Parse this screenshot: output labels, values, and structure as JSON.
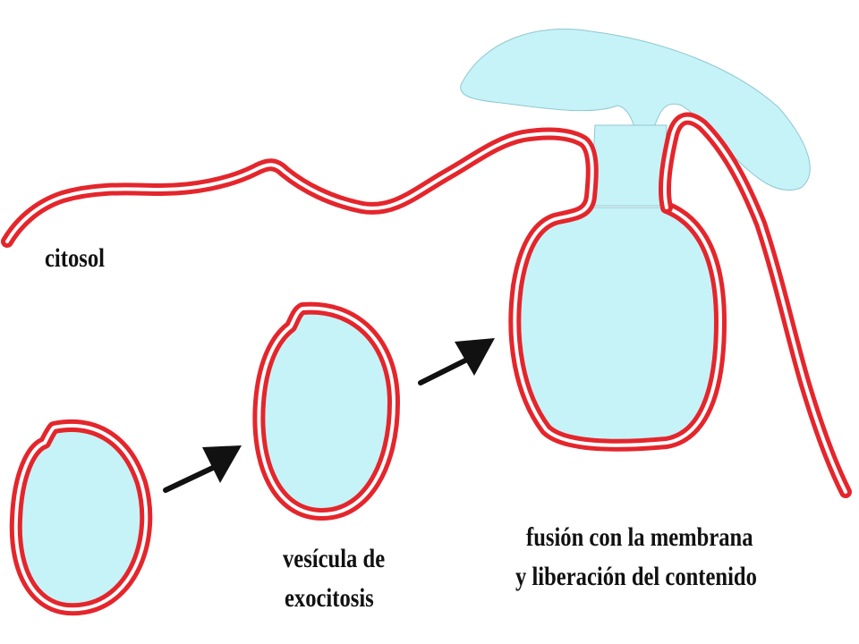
{
  "labels": {
    "cytosol": "citosol",
    "vesicle_line1": "vesícula de",
    "vesicle_line2": "exocitosis",
    "fusion_line1": "fusión con la membrana",
    "fusion_line2": "y liberación del contenido"
  },
  "colors": {
    "membrane_outer": "#e4262c",
    "membrane_inner": "#ffffff",
    "content_fill": "#c6f3f8",
    "content_stroke": "#8fc7cf",
    "arrow": "#111111",
    "text": "#111111"
  },
  "icons": {
    "arrow_1": "arrow-right-up-icon",
    "arrow_2": "arrow-right-up-icon"
  }
}
